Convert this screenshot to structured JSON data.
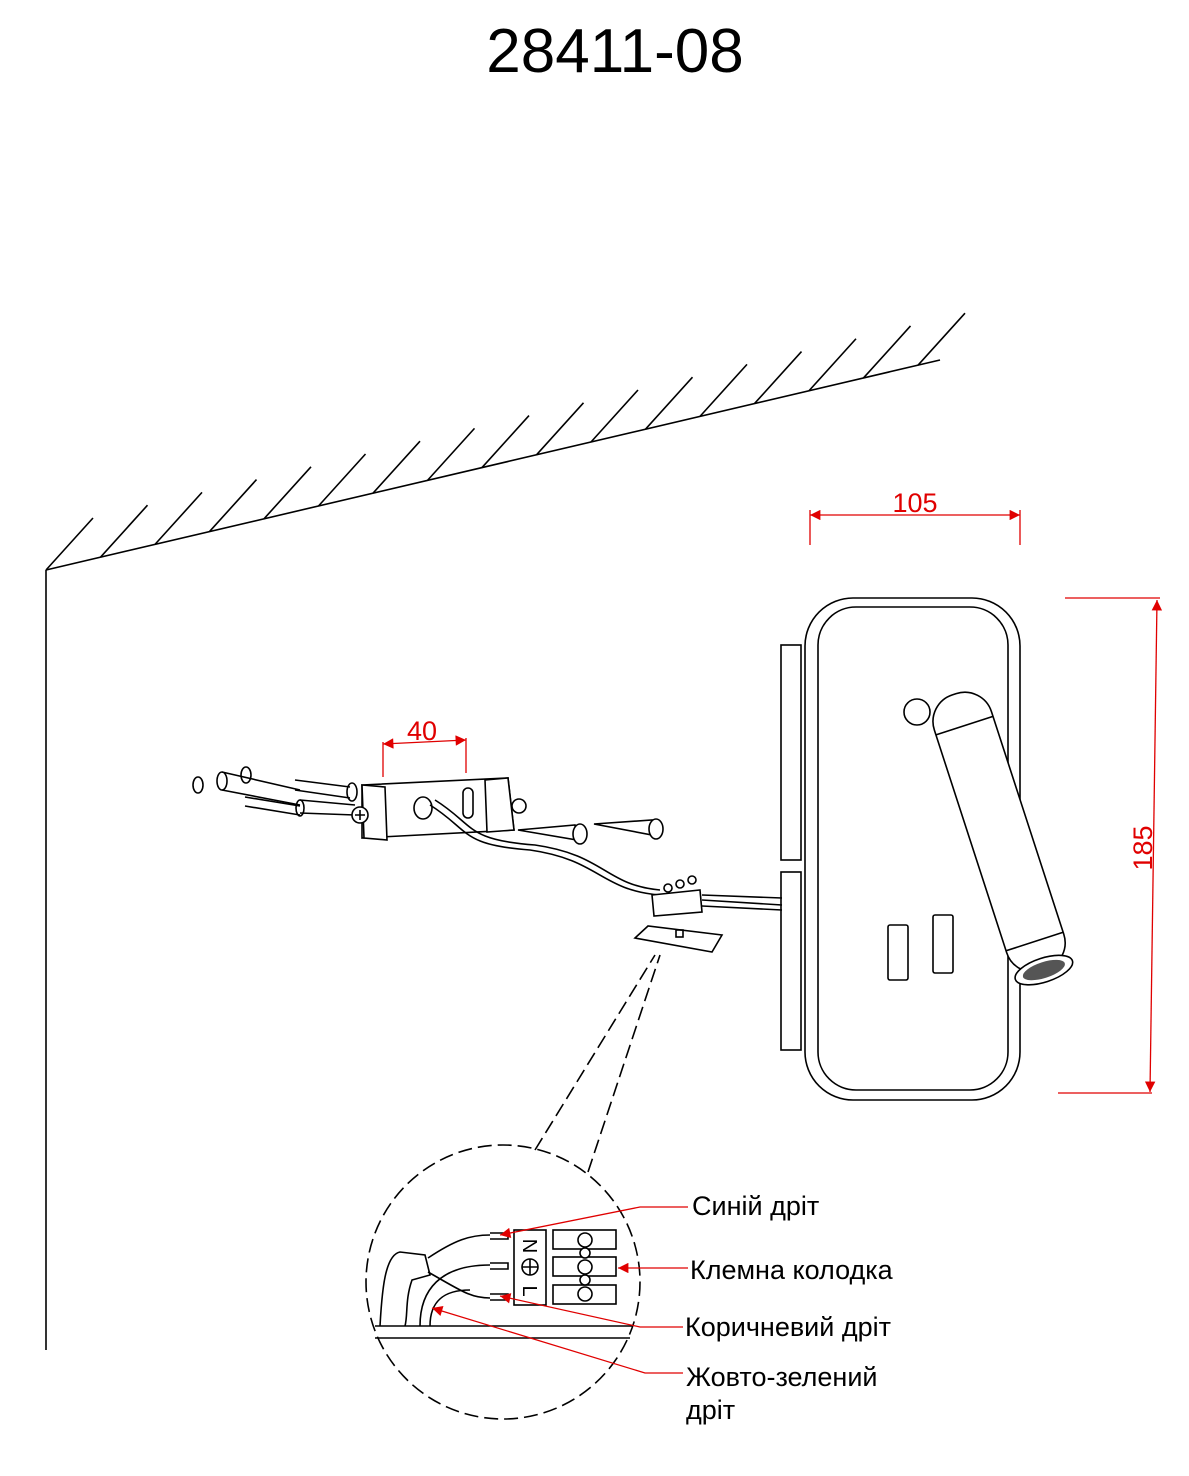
{
  "title": "28411-08",
  "dimensions": {
    "bracket_width": "40",
    "plate_width": "105",
    "plate_height": "185"
  },
  "terminal_marks": {
    "n": "N",
    "l": "L"
  },
  "callouts": {
    "blue_wire": "Синій дріт",
    "terminal_block": "Клемна колодка",
    "brown_wire": "Коричневий дріт",
    "yellow_green_wire_line1": "Жовто-зелений",
    "yellow_green_wire_line2": "дріт"
  },
  "colors": {
    "dimension": "#e00000",
    "line": "#000000"
  }
}
